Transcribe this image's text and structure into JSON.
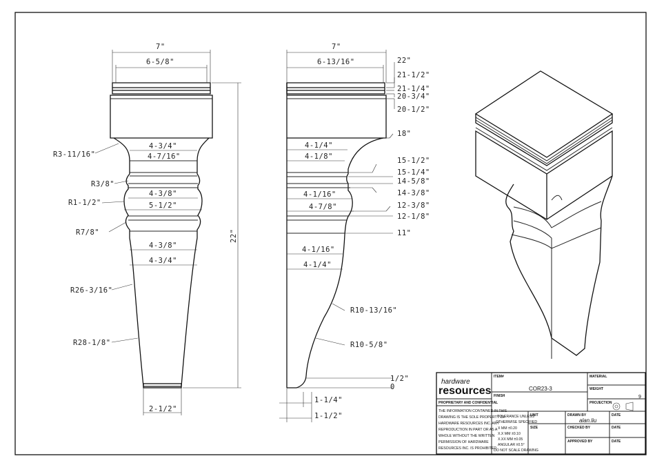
{
  "front": {
    "top": [
      "7\"",
      "6-5/8\""
    ],
    "left_radii": [
      "R3-11/16\"",
      "R3/8\"",
      "R1-1/2\"",
      "R7/8\"",
      "R26-3/16\"",
      "R28-1/8\""
    ],
    "inner": [
      "4-3/4\"",
      "4-7/16\"",
      "4-3/8\"",
      "5-1/2\"",
      "4-3/8\"",
      "4-3/4\""
    ],
    "bottom": "2-1/2\"",
    "height": "22\""
  },
  "side": {
    "top": [
      "7\"",
      "6-13/16\""
    ],
    "heights": [
      "22\"",
      "21-1/2\"",
      "21-1/4\"",
      "20-3/4\"",
      "20-1/2\"",
      "18\"",
      "15-1/2\"",
      "15-1/4\"",
      "14-5/8\"",
      "14-3/8\"",
      "12-3/8\"",
      "12-1/8\"",
      "11\"",
      "1/2\"",
      "0"
    ],
    "inner": [
      "4-1/4\"",
      "4-1/8\"",
      "4-1/16\"",
      "4-7/8\"",
      "4-1/16\"",
      "4-1/4\""
    ],
    "radii": [
      "R10-13/16\"",
      "R10-5/8\""
    ],
    "bottom": [
      "1-1/4\"",
      "1-1/2\""
    ]
  },
  "title_block": {
    "logo_top": "hardware",
    "logo_bottom": "resources",
    "proprietary": "PROPRIETARY AND CONFIDENTIAL",
    "notice": [
      "THE INFORMATION CONTAINED IN THIS",
      "DRAWING IS THE SOLE PROPERTY OF",
      "HARDWARE RESOURCES INC. ANY",
      "REPRODUCTION IN PART OR AS A",
      "WHOLE WITHOUT THE WRITTEN",
      "PERMISSION OF HARDWARE",
      "RESOURCES INC. IS PROHIBITED"
    ],
    "item_label": "ITEM#",
    "item_value": "COR23-3",
    "finish_label": "FINISH",
    "material_label": "MATERIAL",
    "weight_label": "WEIGHT",
    "weight_value": "9",
    "projection_label": "PROJECTION",
    "tolerance": [
      "TOLERANCE UNLESS",
      "OTHERWISE SPECIFIED",
      "X   MM   ±0.20",
      "X.X  MM   ±0.10",
      "X.XX MM  ±0.05",
      "ANGULAR    ±0.5°",
      "DO NOT SCALE DRAWING"
    ],
    "unit_label": "UNIT",
    "size_label": "SIZE",
    "drawn_by_label": "DRAWN BY",
    "drawn_by_value": "alan.liu",
    "checked_by_label": "CHECKED BY",
    "approved_by_label": "APPROVED BY",
    "date_label": "DATE"
  }
}
